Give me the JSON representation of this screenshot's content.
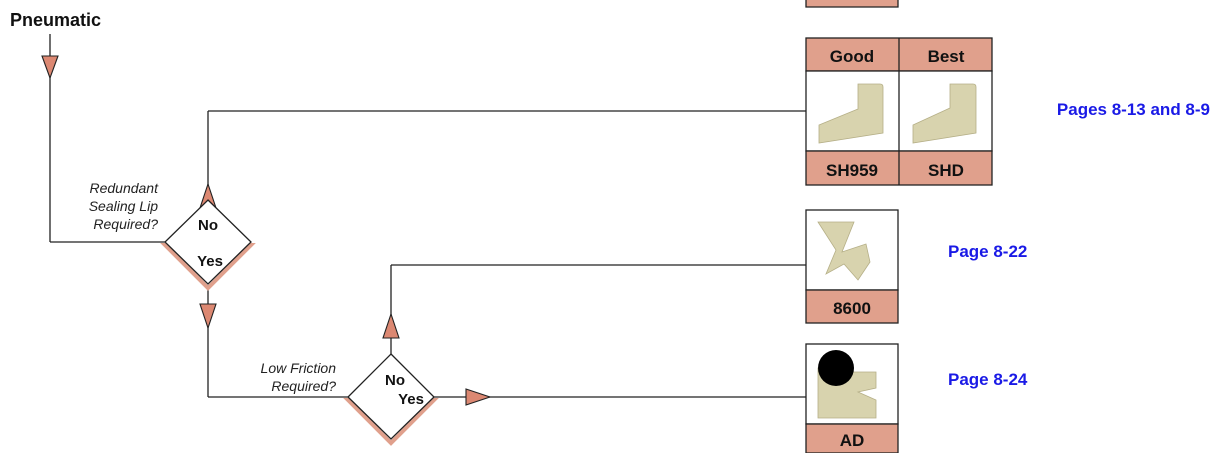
{
  "title": "Pneumatic",
  "decisions": [
    {
      "question": [
        "Redundant",
        "Sealing Lip",
        "Required?"
      ],
      "no_label": "No",
      "yes_label": "Yes"
    },
    {
      "question": [
        "Low Friction",
        "Required?"
      ],
      "no_label": "No",
      "yes_label": "Yes"
    }
  ],
  "products": {
    "redundant": {
      "headers": [
        "Good",
        "Best"
      ],
      "names": [
        "SH959",
        "SHD"
      ],
      "page_link": "Pages 8-13 and 8-9"
    },
    "standard": {
      "name": "8600",
      "page_link": "Page 8-22"
    },
    "low_friction": {
      "name": "AD",
      "page_link": "Page 8-24"
    }
  },
  "colors": {
    "salmon": "#e0a08c",
    "arrow_fill": "#dc8872",
    "seal_tan": "#d8d3ae",
    "link": "#1a1ae6",
    "line": "#222222"
  }
}
